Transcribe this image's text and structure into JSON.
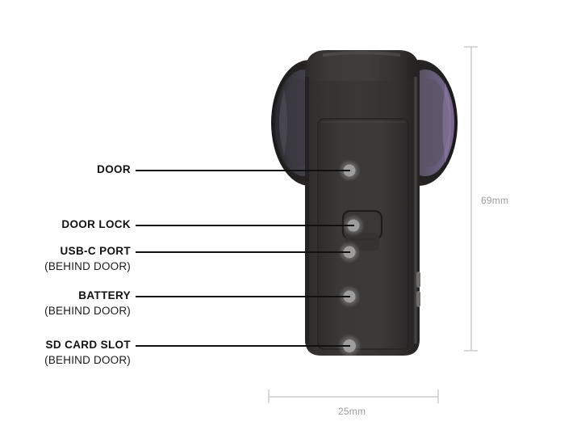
{
  "diagram": {
    "title": "Action camera side view with component callouts",
    "background_color": "#ffffff",
    "body_color": "#383634",
    "lens_tint_color": "#6b5f7d",
    "leader_color": "#111111",
    "dimension_color": "#d8d8d8",
    "dimension_text_color": "#9b9b9b"
  },
  "callouts": [
    {
      "id": "door",
      "label": "DOOR",
      "sub": ""
    },
    {
      "id": "door-lock",
      "label": "DOOR LOCK",
      "sub": ""
    },
    {
      "id": "usb-c-port",
      "label": "USB-C PORT",
      "sub": "(BEHIND DOOR)"
    },
    {
      "id": "battery",
      "label": "BATTERY",
      "sub": "(BEHIND DOOR)"
    },
    {
      "id": "sd-card-slot",
      "label": "SD CARD SLOT",
      "sub": "(BEHIND DOOR)"
    }
  ],
  "dimensions": {
    "height": "69mm",
    "width": "25mm"
  }
}
